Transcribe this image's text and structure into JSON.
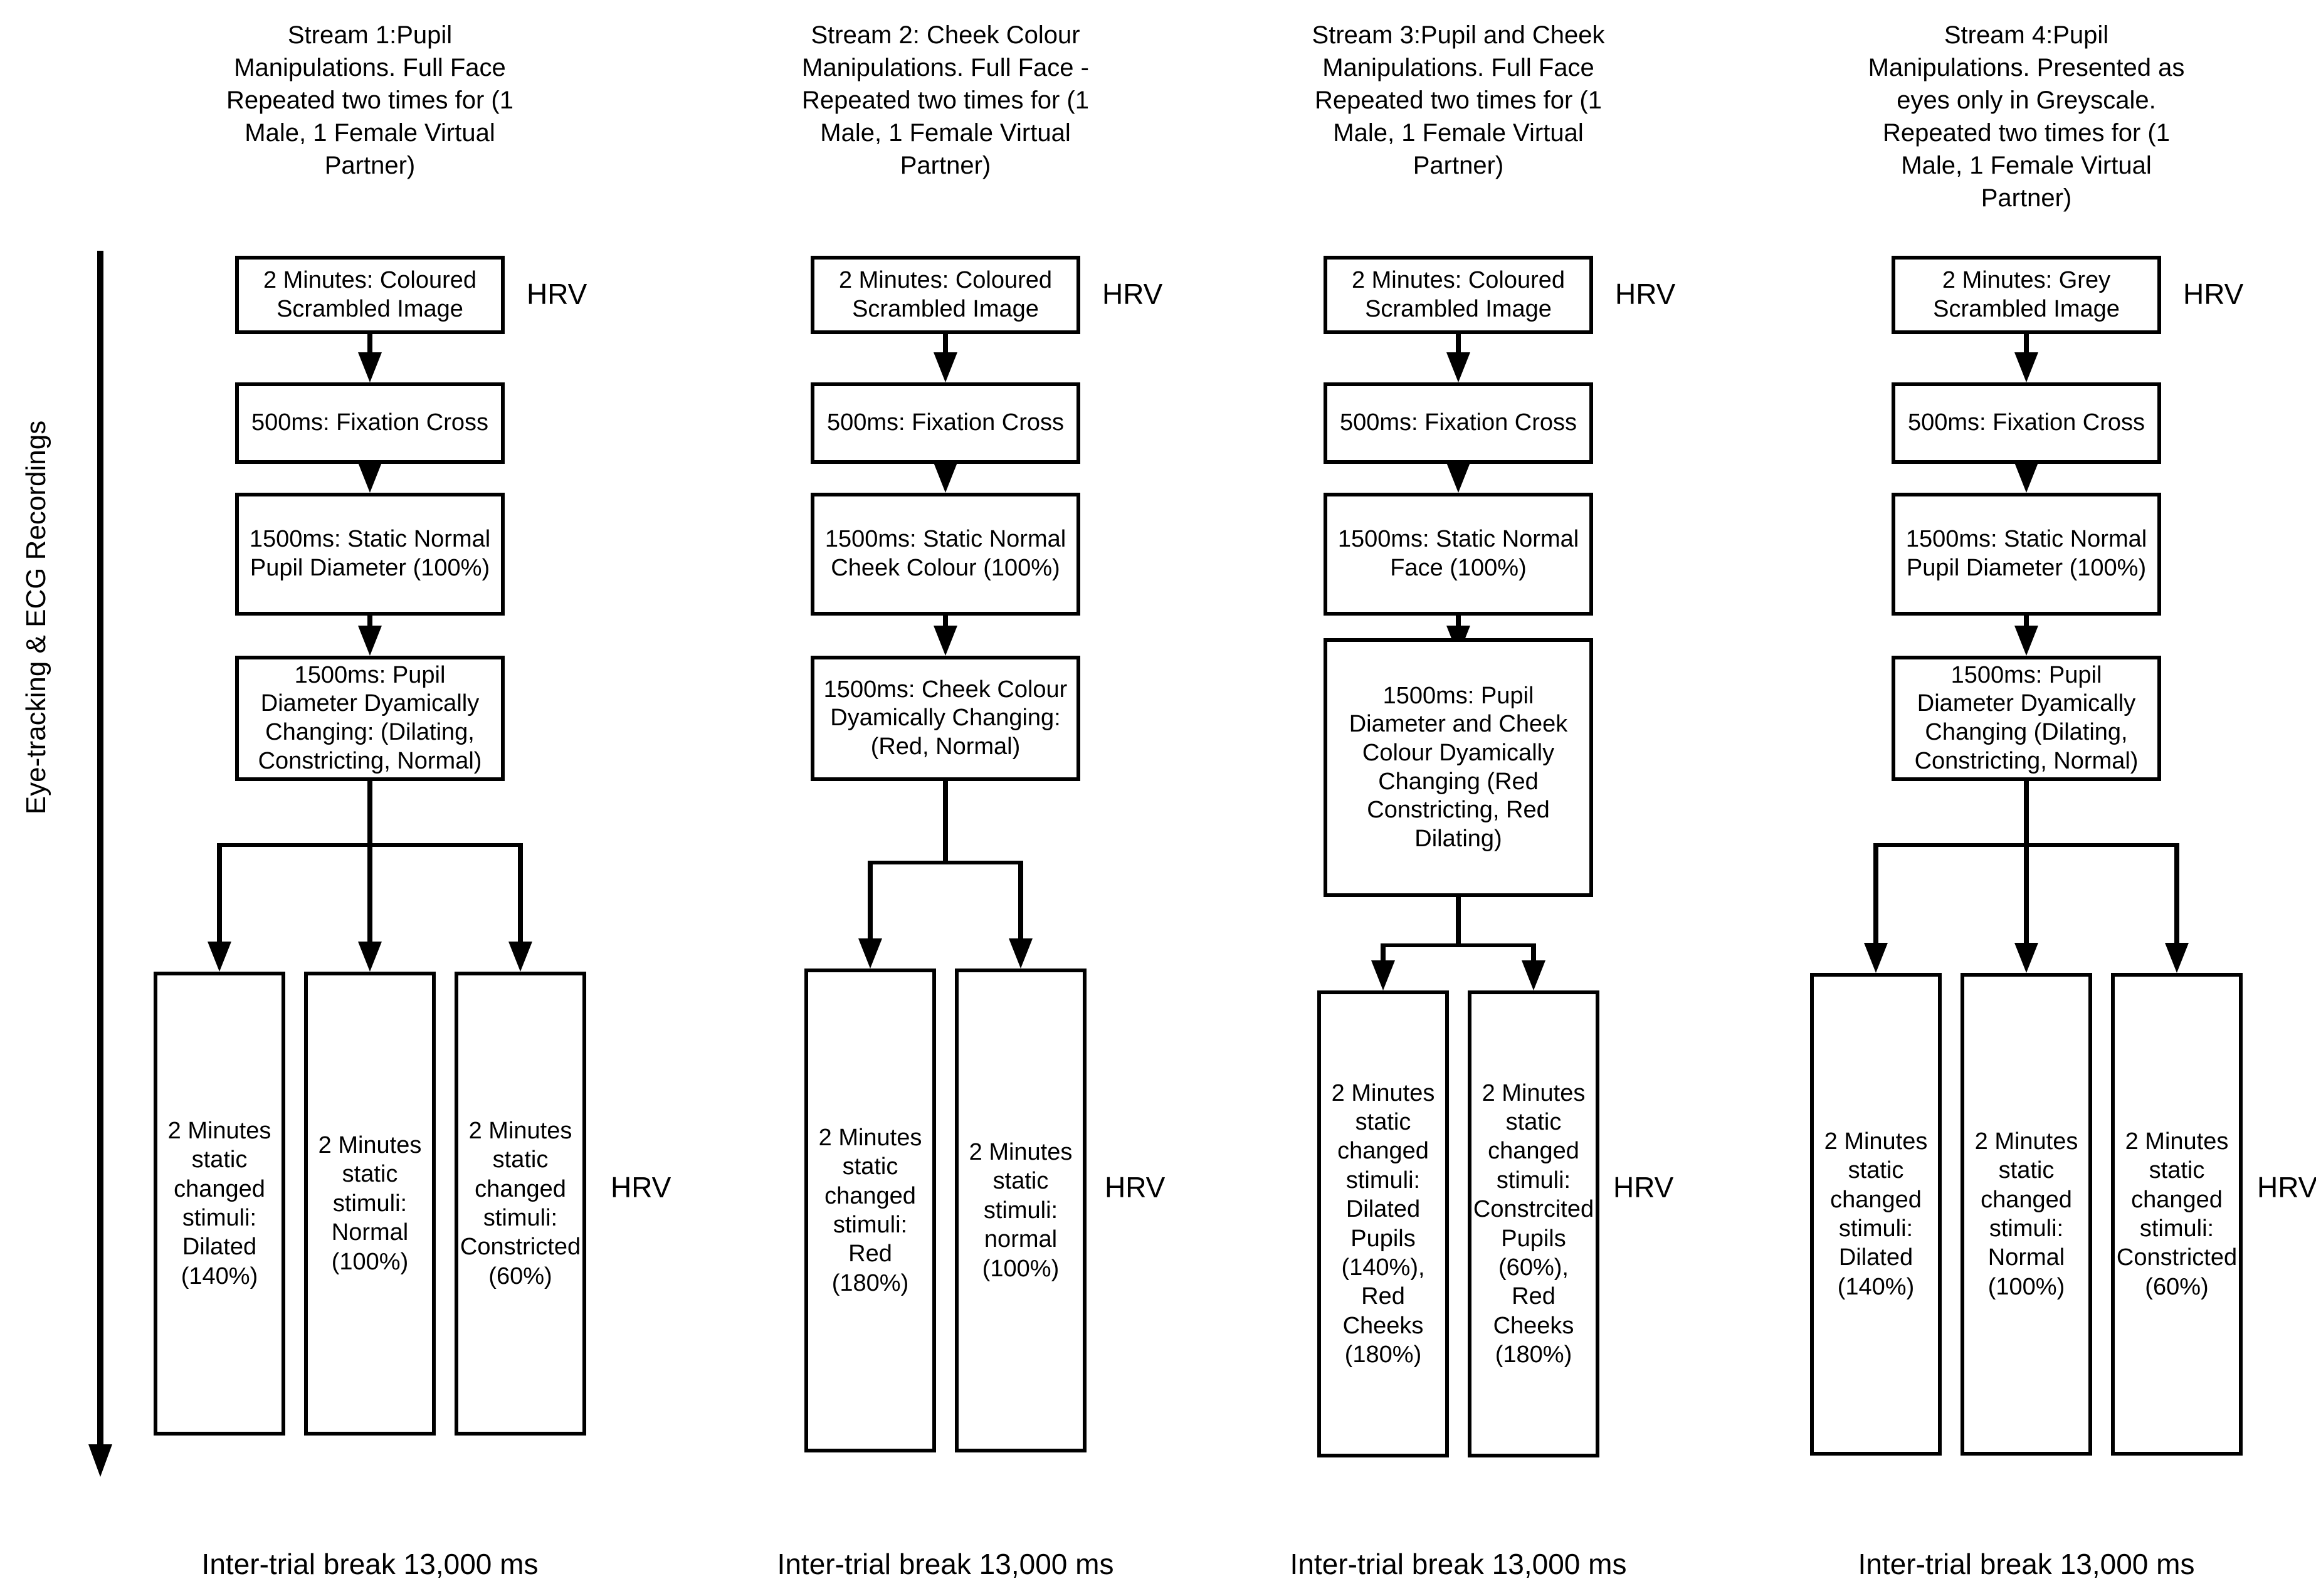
{
  "colors": {
    "ink": "#000000",
    "background": "#ffffff"
  },
  "side": {
    "recordings_label": "Eye-tracking  & ECG Recordings"
  },
  "streams": [
    {
      "header": "Stream 1:Pupil\nManipulations. Full Face\nRepeated two times for (1\nMale, 1 Female Virtual\nPartner)",
      "scrambled_image": "2 Minutes: Coloured\nScrambled Image",
      "fixation_cross": "500ms: Fixation Cross",
      "static_normal": "1500ms: Static Normal\nPupil Diameter (100%)",
      "dynamic_change": "1500ms: Pupil\nDiameter Dyamically\nChanging: (Dilating,\nConstricting, Normal)",
      "outcomes": [
        "2 Minutes\nstatic\nchanged\nstimuli:\nDilated\n(140%)",
        "2 Minutes\nstatic\nstimuli:\nNormal\n(100%)",
        "2 Minutes\nstatic\nchanged\nstimuli:\nConstricted\n(60%)"
      ],
      "hrv_top": "HRV",
      "hrv_bottom": "HRV",
      "inter_trial_break": "Inter-trial break 13,000 ms"
    },
    {
      "header": "Stream 2: Cheek Colour\nManipulations. Full Face -\nRepeated two times for (1\nMale, 1 Female Virtual\nPartner)",
      "scrambled_image": "2 Minutes: Coloured\nScrambled Image",
      "fixation_cross": "500ms: Fixation Cross",
      "static_normal": "1500ms: Static Normal\nCheek Colour (100%)",
      "dynamic_change": "1500ms: Cheek Colour\nDyamically Changing:\n(Red, Normal)",
      "outcomes": [
        "2 Minutes\nstatic\nchanged\nstimuli:\nRed\n(180%)",
        "2 Minutes\nstatic\nstimuli:\nnormal\n(100%)"
      ],
      "hrv_top": "HRV",
      "hrv_bottom": "HRV",
      "inter_trial_break": "Inter-trial break 13,000 ms"
    },
    {
      "header": "Stream 3:Pupil and Cheek\nManipulations. Full Face\nRepeated two times for (1\nMale, 1 Female Virtual\nPartner)",
      "scrambled_image": "2 Minutes: Coloured\nScrambled Image",
      "fixation_cross": "500ms: Fixation Cross",
      "static_normal": "1500ms: Static Normal\nFace (100%)",
      "dynamic_change": "1500ms: Pupil\nDiameter and Cheek\nColour Dyamically\nChanging (Red\nConstricting, Red\nDilating)",
      "outcomes": [
        "2 Minutes\nstatic\nchanged\nstimuli:\nDilated\nPupils\n(140%),\nRed\nCheeks\n(180%)",
        "2 Minutes\nstatic\nchanged\nstimuli:\nConstrcited\nPupils\n(60%),\nRed\nCheeks\n(180%)"
      ],
      "hrv_top": "HRV",
      "hrv_bottom": "HRV",
      "inter_trial_break": "Inter-trial break 13,000 ms"
    },
    {
      "header": "Stream 4:Pupil\nManipulations. Presented as\neyes only in Greyscale.\nRepeated two times for (1\nMale, 1 Female Virtual\nPartner)",
      "scrambled_image": "2 Minutes: Grey\nScrambled Image",
      "fixation_cross": "500ms: Fixation Cross",
      "static_normal": "1500ms: Static Normal\nPupil Diameter (100%)",
      "dynamic_change": "1500ms: Pupil\nDiameter Dyamically\nChanging (Dilating,\nConstricting, Normal)",
      "outcomes": [
        "2 Minutes\nstatic\nchanged\nstimuli:\nDilated\n(140%)",
        "2 Minutes\nstatic\nchanged\nstimuli:\nNormal\n(100%)",
        "2 Minutes\nstatic\nchanged\nstimuli:\nConstricted\n(60%)"
      ],
      "hrv_top": "HRV",
      "hrv_bottom": "HRV",
      "inter_trial_break": "Inter-trial break 13,000 ms"
    }
  ]
}
